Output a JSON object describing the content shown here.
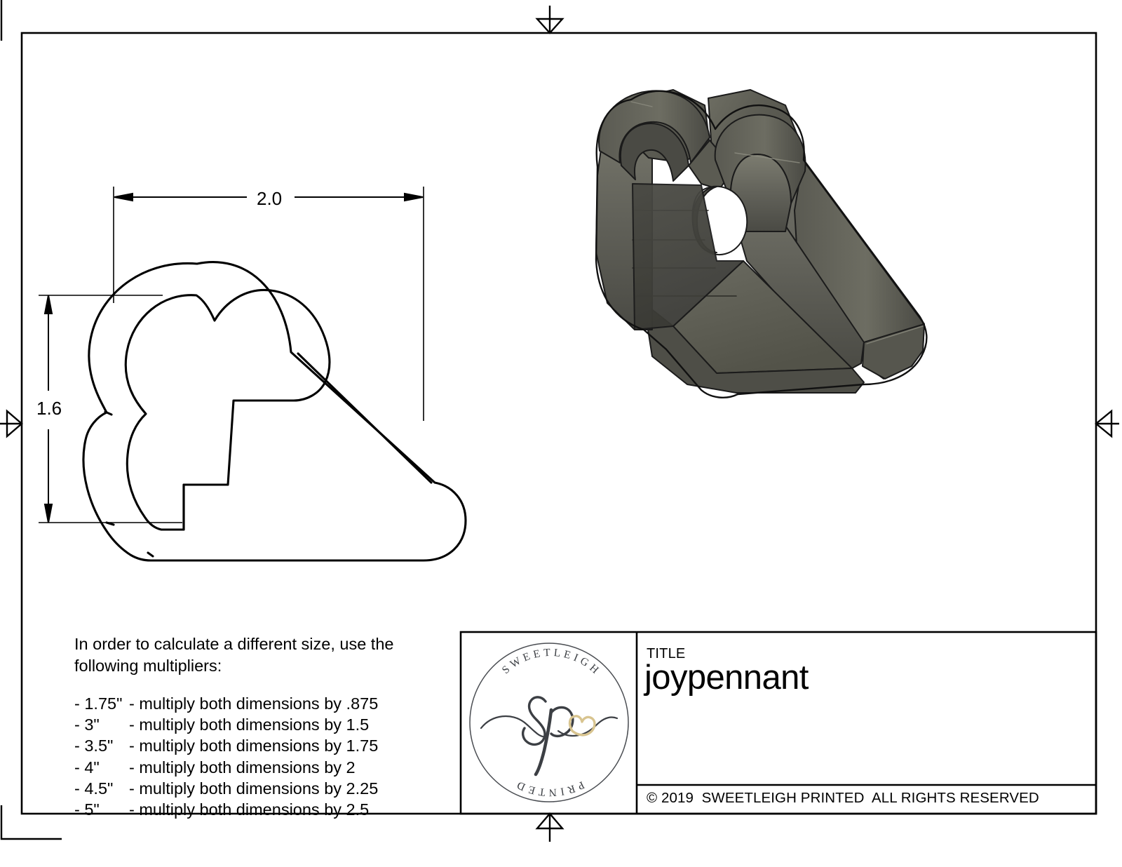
{
  "document": {
    "type": "engineering-drawing",
    "sheet_background": "#ffffff",
    "line_color": "#000000"
  },
  "dimensions": {
    "width": {
      "value": "2.0",
      "orientation": "horizontal",
      "unit": "inches"
    },
    "height": {
      "value": "1.6",
      "orientation": "vertical",
      "unit": "inches"
    }
  },
  "notes": {
    "heading": "In order to calculate a different size, use the following multipliers:",
    "items": [
      {
        "size": "- 1.75\"",
        "text": "- multiply both dimensions by .875",
        "multiplier": ".875"
      },
      {
        "size": "- 3\"",
        "text": "- multiply both dimensions by 1.5",
        "multiplier": "1.5"
      },
      {
        "size": "- 3.5\"",
        "text": "- multiply both dimensions by 1.75",
        "multiplier": "1.75"
      },
      {
        "size": "- 4\"",
        "text": "- multiply both dimensions by 2",
        "multiplier": "2"
      },
      {
        "size": "- 4.5\"",
        "text": "- multiply both dimensions by 2.25",
        "multiplier": "2.25"
      },
      {
        "size": "- 5\"",
        "text": "- multiply both dimensions by 2.5",
        "multiplier": "2.5"
      }
    ]
  },
  "title_block": {
    "title_label": "TITLE",
    "title_value": "joypennant",
    "copyright": "© 2019  SWEETLEIGH PRINTED  ALL RIGHTS RESERVED"
  },
  "logo": {
    "top_arc_text": "S W E E T L E I G H",
    "bottom_arc_text": "P R I N T E D",
    "monogram": "sp",
    "heart_color": "#d8c48f",
    "ink_color": "#3c3f44"
  },
  "model_view": {
    "description": "isometric 3d render of joy pennant cookie cutter",
    "colors": {
      "face_light": "#7a7a6e",
      "face_mid": "#63635a",
      "face_dark": "#4b4b45",
      "face_darkest": "#3c3c38",
      "edge": "#1b1b1b"
    }
  },
  "sheet_marks": {
    "top": "center-mark-down",
    "bottom": "center-mark-up",
    "left": "center-mark-right",
    "right": "center-mark-left"
  }
}
